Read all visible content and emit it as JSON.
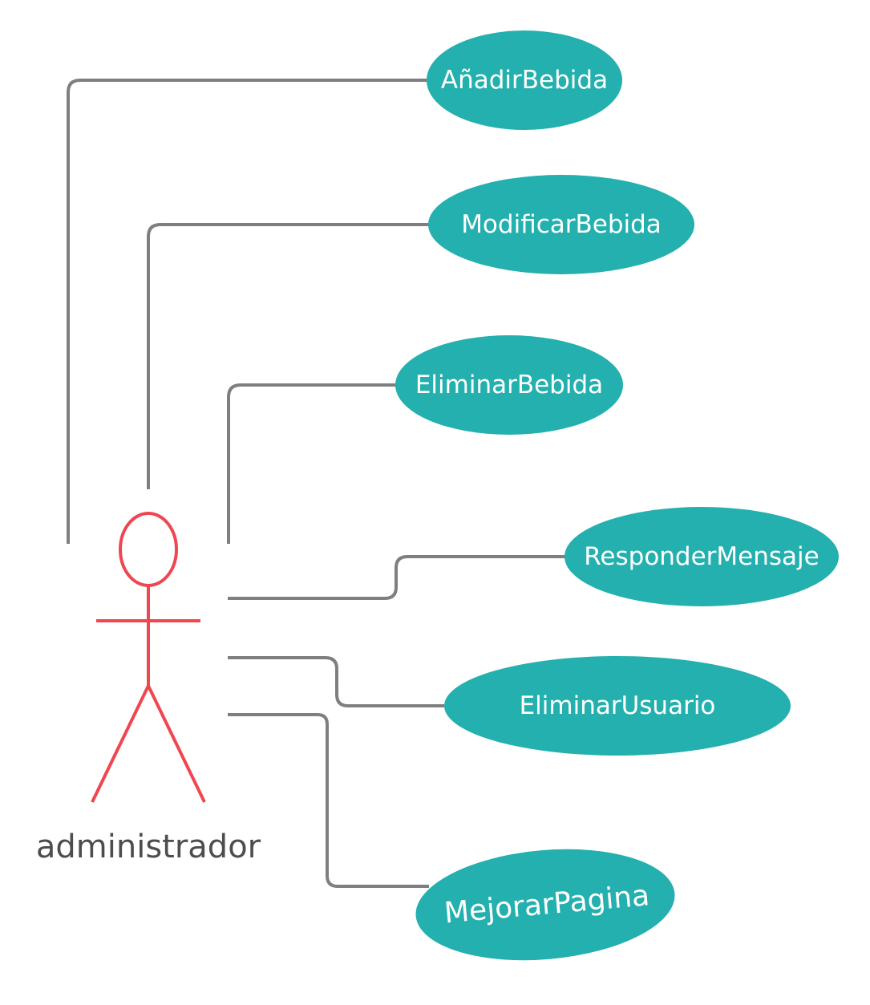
{
  "colors": {
    "usecase_fill": "#24b0ae",
    "usecase_text": "#ffffff",
    "actor_stroke": "#ef4650",
    "connector": "#7f7f7f",
    "actor_label": "#4d4d4d"
  },
  "actor": {
    "name": "administrador"
  },
  "use_cases": [
    {
      "id": "anadir-bebida",
      "label": "AñadirBebida"
    },
    {
      "id": "modificar-bebida",
      "label": "ModificarBebida"
    },
    {
      "id": "eliminar-bebida",
      "label": "EliminarBebida"
    },
    {
      "id": "responder-mensaje",
      "label": "ResponderMensaje"
    },
    {
      "id": "eliminar-usuario",
      "label": "EliminarUsuario"
    },
    {
      "id": "mejorar-pagina",
      "label": "MejorarPagina"
    }
  ]
}
